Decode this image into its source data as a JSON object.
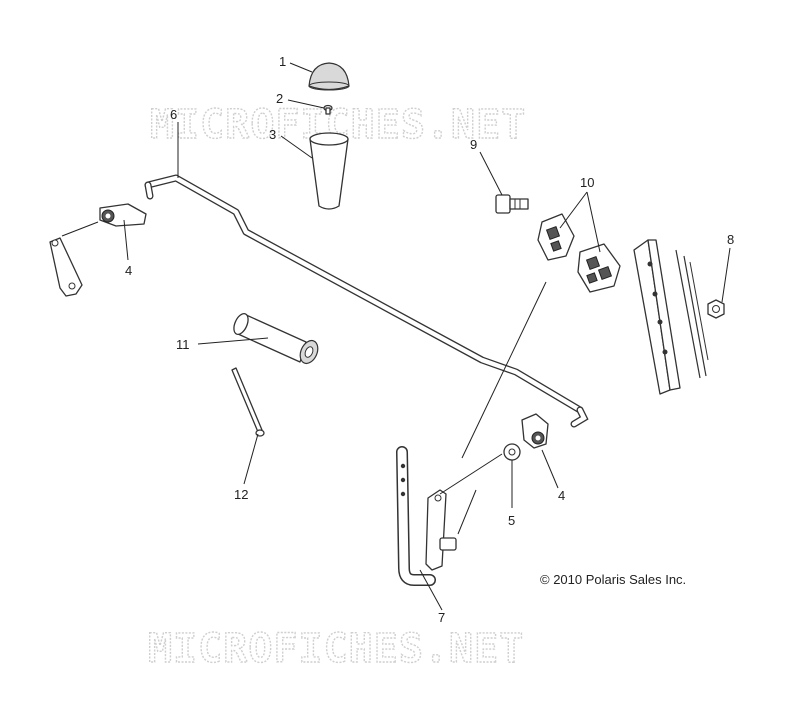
{
  "watermark": {
    "top": "MICROFICHES.NET",
    "bottom": "MICROFICHES.NET"
  },
  "callouts": {
    "c1": "1",
    "c2": "2",
    "c3": "3",
    "c4a": "4",
    "c4b": "4",
    "c5": "5",
    "c6": "6",
    "c7": "7",
    "c8": "8",
    "c9": "9",
    "c10": "10",
    "c11": "11",
    "c12": "12"
  },
  "copyright": "© 2010 Polaris Sales Inc."
}
